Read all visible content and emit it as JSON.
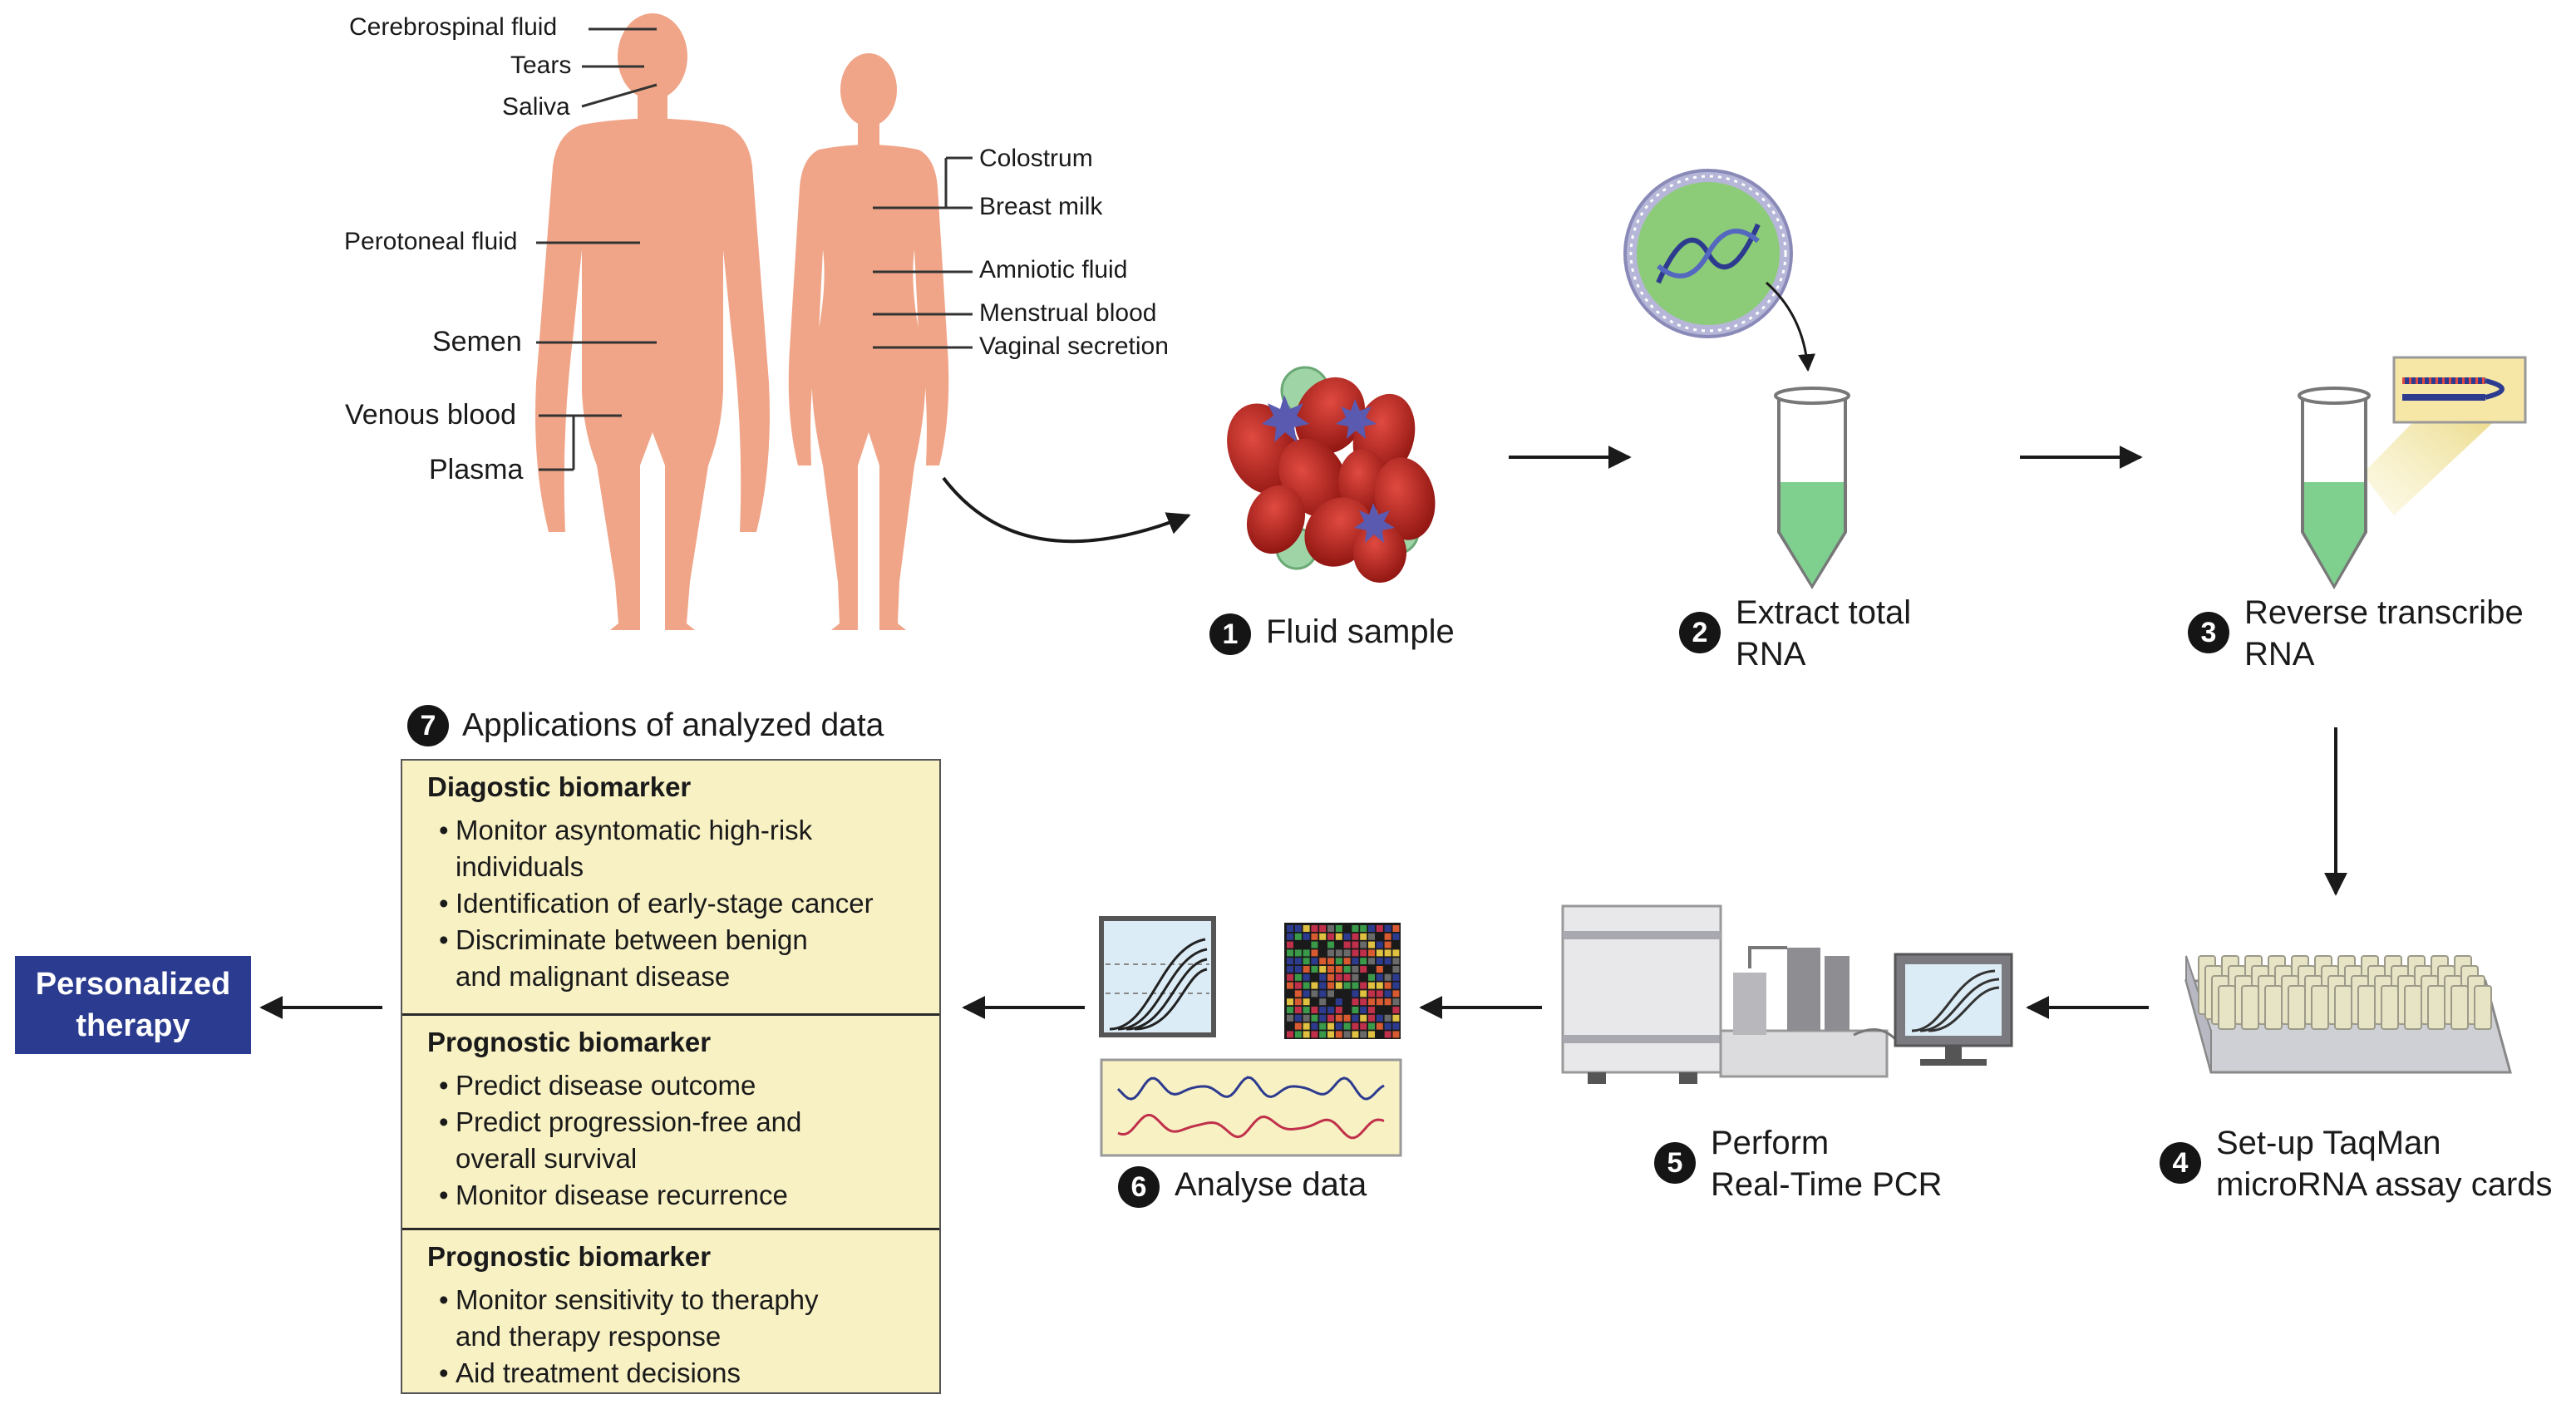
{
  "body_fluids": {
    "male": [
      "Cerebrospinal fluid",
      "Tears",
      "Saliva",
      "Perotoneal fluid",
      "Semen",
      "Venous blood",
      "Plasma"
    ],
    "female": [
      "Colostrum",
      "Breast milk",
      "Amniotic fluid",
      "Menstrual blood",
      "Vaginal secretion"
    ]
  },
  "steps": [
    {
      "number": "1",
      "lines": [
        "Fluid sample"
      ]
    },
    {
      "number": "2",
      "lines": [
        "Extract total",
        "RNA"
      ]
    },
    {
      "number": "3",
      "lines": [
        "Reverse transcribe",
        "RNA"
      ]
    },
    {
      "number": "4",
      "lines": [
        "Set-up TaqMan",
        "microRNA assay cards"
      ]
    },
    {
      "number": "5",
      "lines": [
        "Perform",
        "Real-Time PCR"
      ]
    },
    {
      "number": "6",
      "lines": [
        "Analyse data"
      ]
    },
    {
      "number": "7",
      "lines": [
        "Applications of analyzed data"
      ]
    }
  ],
  "applications": [
    {
      "title": "Diagostic biomarker",
      "items": [
        [
          "Monitor asyntomatic high-risk",
          "individuals"
        ],
        [
          "Identification of early-stage cancer"
        ],
        [
          "Discriminate between benign",
          "and malignant disease"
        ]
      ]
    },
    {
      "title": "Prognostic biomarker",
      "items": [
        [
          "Predict disease outcome"
        ],
        [
          "Predict progression-free and",
          "overall survival"
        ],
        [
          "Monitor disease recurrence"
        ]
      ]
    },
    {
      "title": "Prognostic biomarker",
      "items": [
        [
          "Monitor sensitivity to theraphy",
          "and therapy response"
        ],
        [
          "Aid treatment decisions"
        ]
      ]
    }
  ],
  "personalized_therapy": [
    "Personalized",
    "therapy"
  ],
  "colors": {
    "skin": "#f0a588",
    "blood_cell": "#b3231f",
    "tube_liquid": "#7fcf8f",
    "panel": "#f8f1c4",
    "therapy_box": "#2b3b8f"
  }
}
